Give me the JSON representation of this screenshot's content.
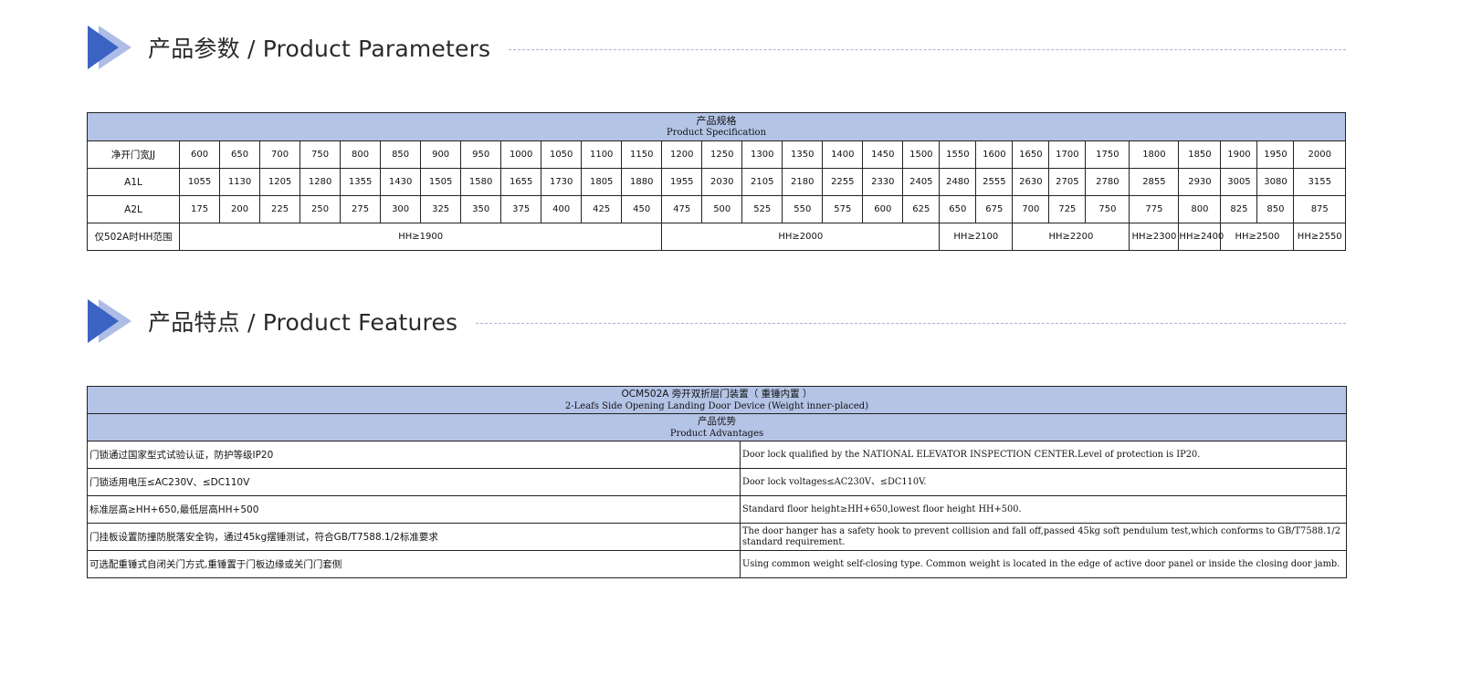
{
  "params_section": {
    "title": "产品参数 / Product Parameters"
  },
  "features_section": {
    "title": "产品特点 / Product Features"
  },
  "colors": {
    "accent": "#3b63c4",
    "accent_light": "#aebde6",
    "header_bg": "#b4c4e6",
    "rule": "#a8b4d6"
  },
  "icons": {
    "section_marker": "double-chevron-right-icon"
  },
  "spec_table": {
    "header_cn": "产品规格",
    "header_en": "Product Specification",
    "rows": [
      {
        "label": "净开门宽JJ",
        "values": [
          "600",
          "650",
          "700",
          "750",
          "800",
          "850",
          "900",
          "950",
          "1000",
          "1050",
          "1100",
          "1150",
          "1200",
          "1250",
          "1300",
          "1350",
          "1400",
          "1450",
          "1500",
          "1550",
          "1600",
          "1650",
          "1700",
          "1750",
          "1800",
          "1850",
          "1900",
          "1950",
          "2000"
        ]
      },
      {
        "label": "A1L",
        "values": [
          "1055",
          "1130",
          "1205",
          "1280",
          "1355",
          "1430",
          "1505",
          "1580",
          "1655",
          "1730",
          "1805",
          "1880",
          "1955",
          "2030",
          "2105",
          "2180",
          "2255",
          "2330",
          "2405",
          "2480",
          "2555",
          "2630",
          "2705",
          "2780",
          "2855",
          "2930",
          "3005",
          "3080",
          "3155"
        ]
      },
      {
        "label": "A2L",
        "values": [
          "175",
          "200",
          "225",
          "250",
          "275",
          "300",
          "325",
          "350",
          "375",
          "400",
          "425",
          "450",
          "475",
          "500",
          "525",
          "550",
          "575",
          "600",
          "625",
          "650",
          "675",
          "700",
          "725",
          "750",
          "775",
          "800",
          "825",
          "850",
          "875"
        ]
      }
    ],
    "range_row": {
      "label": "仅502A时HH范围",
      "groups": [
        {
          "text": "HH≥1900",
          "span": 12
        },
        {
          "text": "HH≥2000",
          "span": 7
        },
        {
          "text": "HH≥2100",
          "span": 2
        },
        {
          "text": "HH≥2200",
          "span": 3
        },
        {
          "text": "HH≥2300",
          "span": 1
        },
        {
          "text": "HH≥2400",
          "span": 1
        },
        {
          "text": "HH≥2500",
          "span": 2
        },
        {
          "text": "HH≥2550",
          "span": 1
        }
      ]
    }
  },
  "features_table": {
    "title_cn": "OCM502A 旁开双折层门装置（ 重锤内置 ）",
    "title_en": "2-Leafs Side Opening Landing Door Device (Weight inner-placed)",
    "adv_cn": "产品优势",
    "adv_en": "Product Advantages",
    "rows": [
      {
        "cn": "门锁通过国家型式试验认证，防护等级IP20",
        "en": "Door lock qualified by the NATIONAL ELEVATOR INSPECTION CENTER.Level of protection is IP20."
      },
      {
        "cn": "门锁适用电压≤AC230V、≤DC110V",
        "en": "Door lock voltages≤AC230V、≤DC110V."
      },
      {
        "cn": "标准层高≥HH+650,最低层高HH+500",
        "en": "Standard floor height≥HH+650,lowest floor height HH+500."
      },
      {
        "cn": "门挂板设置防撞防脱落安全钩，通过45kg摆锤测试，符合GB/T7588.1/2标准要求",
        "en": "The door hanger has a safety hook to prevent collision and fall off,passed 45kg soft pendulum test,which conforms to GB/T7588.1/2 standard requirement."
      },
      {
        "cn": "可选配重锤式自闭关门方式,重锤置于门板边缘或关门门套侧",
        "en": "Using common weight self-closing type. Common weight is located in the edge of active door panel or inside the closing door jamb."
      }
    ]
  }
}
